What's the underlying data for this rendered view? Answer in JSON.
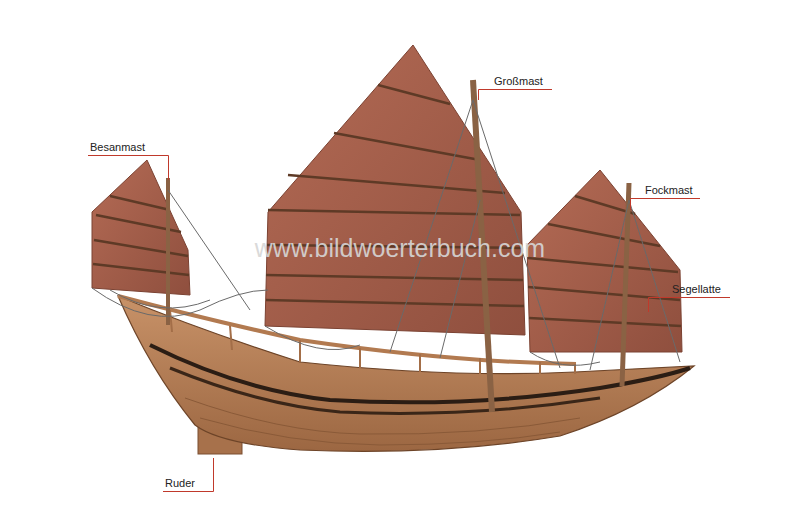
{
  "diagram": {
    "labels": [
      "Besanmast",
      "Großmast",
      "Fockmast",
      "Segellatte",
      "Ruder",
      "www.bildwoerterbuch.com"
    ]
  }
}
